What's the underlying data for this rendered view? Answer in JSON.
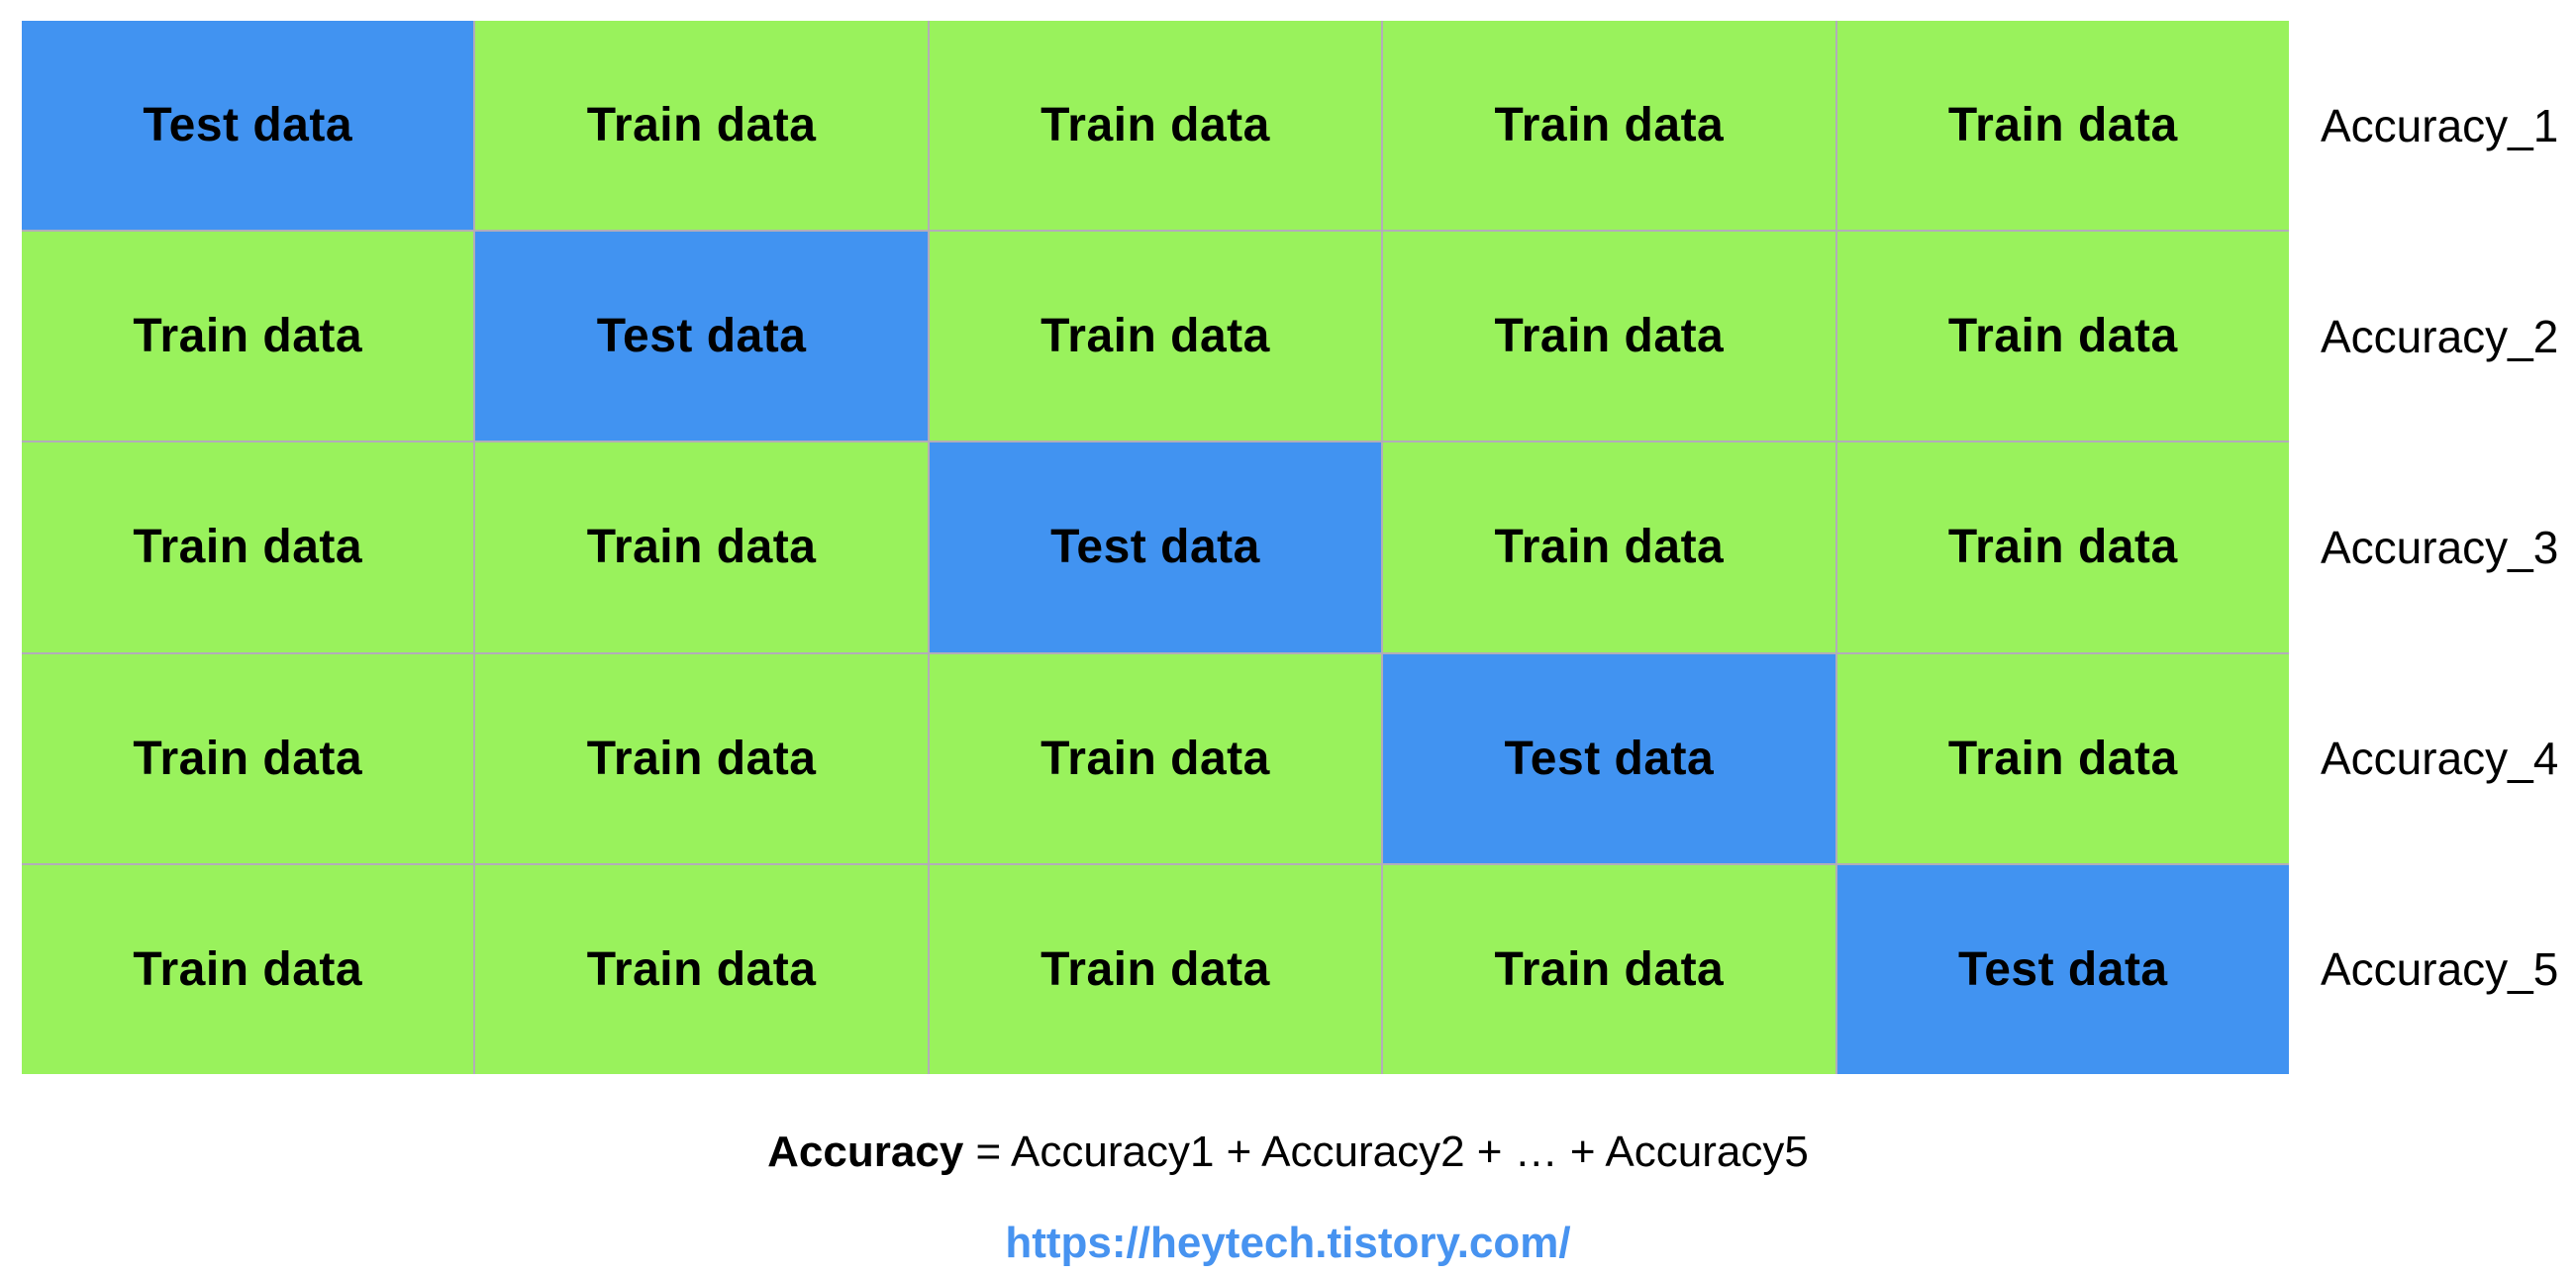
{
  "colors": {
    "test_cell": "#4193f1",
    "train_cell": "#99f25c",
    "separator_line": "#b2adb8",
    "cell_text": "#000000",
    "label_text": "#000000",
    "link": "#4793f0",
    "background": "#ffffff"
  },
  "grid": {
    "rows": [
      {
        "accuracy_label": "Accuracy_1",
        "cells": [
          {
            "type": "test",
            "label": "Test data"
          },
          {
            "type": "train",
            "label": "Train data"
          },
          {
            "type": "train",
            "label": "Train data"
          },
          {
            "type": "train",
            "label": "Train data"
          },
          {
            "type": "train",
            "label": "Train data"
          }
        ]
      },
      {
        "accuracy_label": "Accuracy_2",
        "cells": [
          {
            "type": "train",
            "label": "Train data"
          },
          {
            "type": "test",
            "label": "Test data"
          },
          {
            "type": "train",
            "label": "Train data"
          },
          {
            "type": "train",
            "label": "Train data"
          },
          {
            "type": "train",
            "label": "Train data"
          }
        ]
      },
      {
        "accuracy_label": "Accuracy_3",
        "cells": [
          {
            "type": "train",
            "label": "Train data"
          },
          {
            "type": "train",
            "label": "Train data"
          },
          {
            "type": "test",
            "label": "Test data"
          },
          {
            "type": "train",
            "label": "Train data"
          },
          {
            "type": "train",
            "label": "Train data"
          }
        ]
      },
      {
        "accuracy_label": "Accuracy_4",
        "cells": [
          {
            "type": "train",
            "label": "Train data"
          },
          {
            "type": "train",
            "label": "Train data"
          },
          {
            "type": "train",
            "label": "Train data"
          },
          {
            "type": "test",
            "label": "Test data"
          },
          {
            "type": "train",
            "label": "Train data"
          }
        ]
      },
      {
        "accuracy_label": "Accuracy_5",
        "cells": [
          {
            "type": "train",
            "label": "Train data"
          },
          {
            "type": "train",
            "label": "Train data"
          },
          {
            "type": "train",
            "label": "Train data"
          },
          {
            "type": "train",
            "label": "Train data"
          },
          {
            "type": "test",
            "label": "Test data"
          }
        ]
      }
    ]
  },
  "formula": {
    "bold": "Accuracy",
    "rest": " = Accuracy1 + Accuracy2 + … + Accuracy5"
  },
  "footer_link": {
    "text": "https://heytech.tistory.com/"
  }
}
